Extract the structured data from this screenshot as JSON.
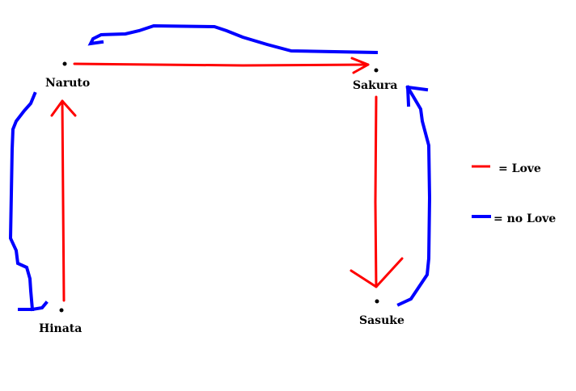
{
  "nodes": {
    "naruto": "Naruto",
    "sakura": "Sakura",
    "hinata": "Hinata",
    "sasuke": "Sasuke"
  },
  "legend": {
    "love": "= Love",
    "no_love": "= no Love"
  },
  "colors": {
    "love": "#ff0000",
    "no_love": "#0000ff"
  }
}
